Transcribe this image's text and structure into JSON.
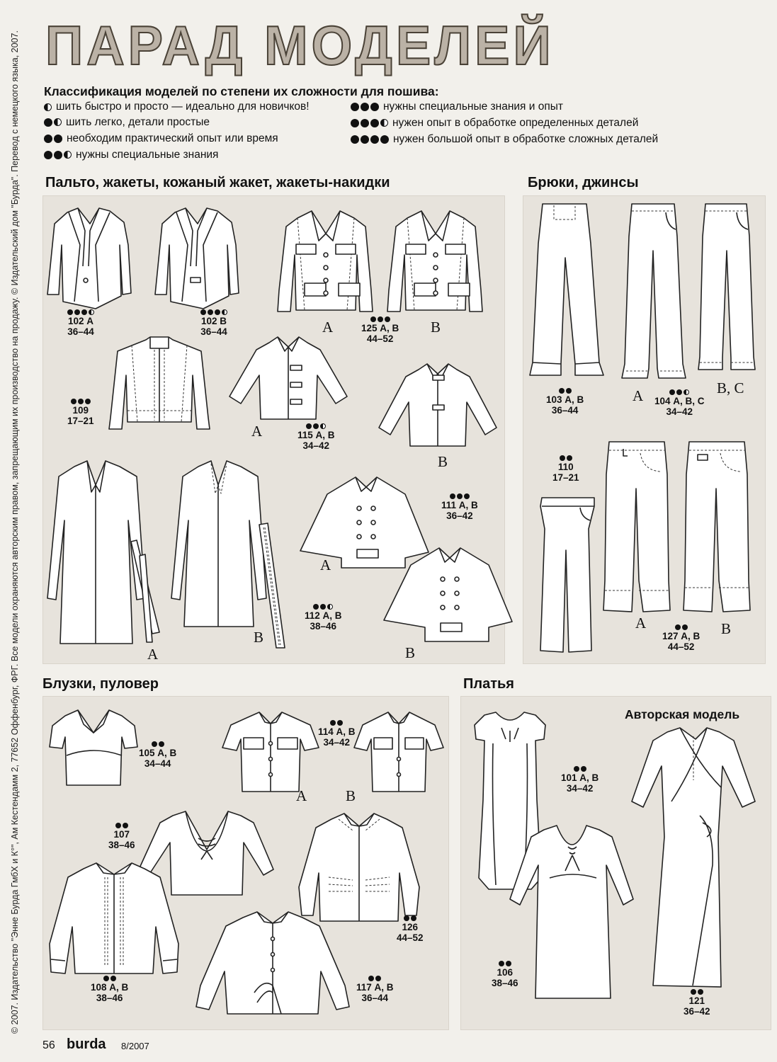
{
  "copyright": "© 2007. Издательство \"Энне Бурда ГмбХ и К°\", Ам Кестендамм 2, 77652 Оффенбург, ФРГ. Все модели охраняются авторским правом, запрещающим их производство на продажу. © Издательский дом \"Бурда\". Перевод с немецкого языка, 2007.",
  "title": "ПАРАД МОДЕЛЕЙ",
  "legend": {
    "title": "Классификация моделей по степени их сложности для пошива:",
    "items": [
      {
        "text": "шить быстро и просто — идеально для новичков!"
      },
      {
        "text": "шить легко, детали простые"
      },
      {
        "text": "необходим практический опыт или время"
      },
      {
        "text": "нужны специальные знания"
      },
      {
        "text": "нужны специальные знания и опыт"
      },
      {
        "text": "нужен опыт в обработке определенных деталей"
      },
      {
        "text": "нужен большой опыт в обработке сложных деталей"
      }
    ]
  },
  "sections": {
    "coats": "Пальто, жакеты, кожаный жакет, жакеты-накидки",
    "trousers": "Брюки, джинсы",
    "blouses": "Блузки, пуловер",
    "dresses": "Платья"
  },
  "author_model": "Авторская модель",
  "models": {
    "m102a": {
      "num": "102 А",
      "sizes": "36–44"
    },
    "m102b": {
      "num": "102 В",
      "sizes": "36–44"
    },
    "m125": {
      "num": "125 А, В",
      "sizes": "44–52"
    },
    "m109": {
      "num": "109",
      "sizes": "17–21"
    },
    "m115": {
      "num": "115 А, В",
      "sizes": "34–42"
    },
    "m111": {
      "num": "111 А, В",
      "sizes": "36–42"
    },
    "m112": {
      "num": "112 А, В",
      "sizes": "38–46"
    },
    "m103": {
      "num": "103 А, В",
      "sizes": "36–44"
    },
    "m104": {
      "num": "104 А, В, С",
      "sizes": "34–42"
    },
    "m110": {
      "num": "110",
      "sizes": "17–21"
    },
    "m127": {
      "num": "127 А, В",
      "sizes": "44–52"
    },
    "m105": {
      "num": "105 А, В",
      "sizes": "34–44"
    },
    "m114": {
      "num": "114 А, В",
      "sizes": "34–42"
    },
    "m107": {
      "num": "107",
      "sizes": "38–46"
    },
    "m126": {
      "num": "126",
      "sizes": "44–52"
    },
    "m108": {
      "num": "108 А, В",
      "sizes": "38–46"
    },
    "m117": {
      "num": "117 А, В",
      "sizes": "36–44"
    },
    "m101": {
      "num": "101 А, В",
      "sizes": "34–42"
    },
    "m106": {
      "num": "106",
      "sizes": "38–46"
    },
    "m121": {
      "num": "121",
      "sizes": "36–42"
    }
  },
  "letters": {
    "a": "A",
    "b": "B",
    "bc": "B, C"
  },
  "footer": {
    "page": "56",
    "brand": "burda",
    "issue": "8/2007"
  }
}
